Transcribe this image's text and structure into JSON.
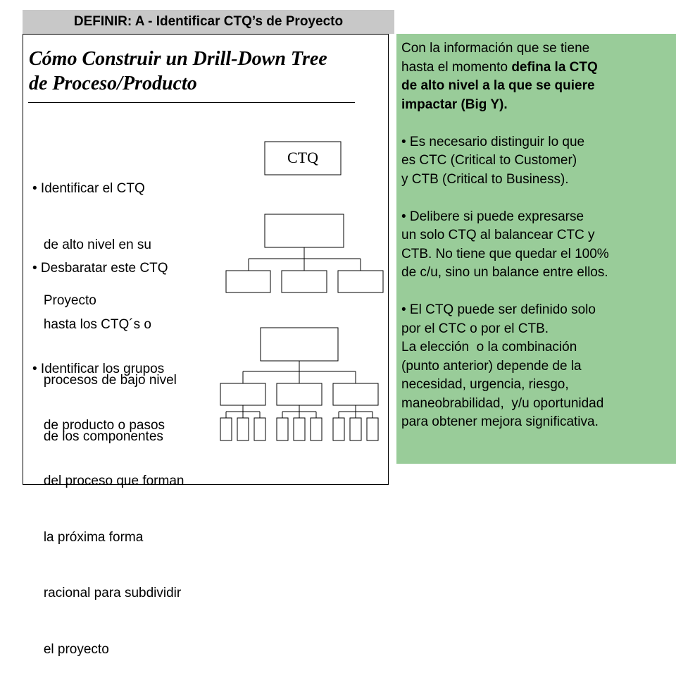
{
  "header": {
    "title": "DEFINIR: A - Identificar CTQ’s de Proyecto"
  },
  "main": {
    "title_line1": "Cómo Construir un Drill-Down Tree",
    "title_line2": "de Proceso/Producto",
    "bullets": [
      {
        "lines": [
          "• Identificar el CTQ",
          "   de alto nivel en su",
          "   Proyecto"
        ]
      },
      {
        "lines": [
          "• Desbaratar este CTQ",
          "   hasta los CTQ´s o",
          "   procesos de bajo nivel",
          "   de los componentes"
        ]
      },
      {
        "lines": [
          "• Identificar los grupos",
          "   de producto o pasos",
          "   del proceso que forman",
          "   la próxima forma",
          "   racional para subdividir",
          "   el proyecto"
        ]
      }
    ],
    "diagram_label": "CTQ"
  },
  "sidebar": {
    "para1_a": "Con la información que se tiene",
    "para1_b": "hasta el momento ",
    "para1_b_bold": "defina la CTQ",
    "para1_c_bold": "de alto nivel a la que se quiere",
    "para1_d_bold": "impactar (Big Y).",
    "para2": [
      "• Es necesario distinguir lo que",
      "es CTC (Critical to Customer)",
      "y CTB (Critical to Business)."
    ],
    "para3": [
      "• Delibere si puede expresarse",
      "un solo CTQ al balancear CTC y",
      "CTB. No tiene que quedar el 100%",
      "de c/u, sino un balance entre ellos."
    ],
    "para4": [
      "• El CTQ puede ser definido solo",
      "por el CTC o por el CTB.",
      "La elección  o la combinación",
      "(punto anterior) depende de la",
      "necesidad, urgencia, riesgo,",
      "maneobrabilidad,  y/u oportunidad",
      "para obtener mejora significativa."
    ]
  },
  "colors": {
    "header_bg": "#c8c8c8",
    "sidebar_bg": "#99cc99"
  }
}
